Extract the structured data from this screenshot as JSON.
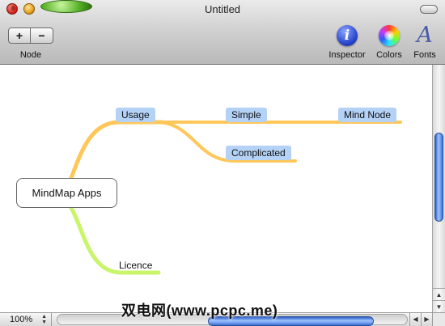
{
  "window": {
    "title": "Untitled"
  },
  "toolbar": {
    "add_label": "+",
    "remove_label": "−",
    "node_group_label": "Node",
    "inspector_label": "Inspector",
    "inspector_icon": "info-icon",
    "inspector_glyph": "i",
    "colors_label": "Colors",
    "colors_icon": "color-wheel-icon",
    "fonts_label": "Fonts",
    "fonts_icon": "font-icon",
    "fonts_glyph": "A"
  },
  "mindmap": {
    "root": "MindMap Apps",
    "nodes": {
      "usage": "Usage",
      "simple": "Simple",
      "mind_node": "Mind Node",
      "complicated": "Complicated",
      "licence": "Licence"
    },
    "branch_colors": {
      "usage": "#ffc75a",
      "licence": "#c8f569"
    },
    "selection_color": "#b4d1f6"
  },
  "status_bar": {
    "zoom": "100%"
  },
  "watermark": "双电网(www.pcpc.me)"
}
